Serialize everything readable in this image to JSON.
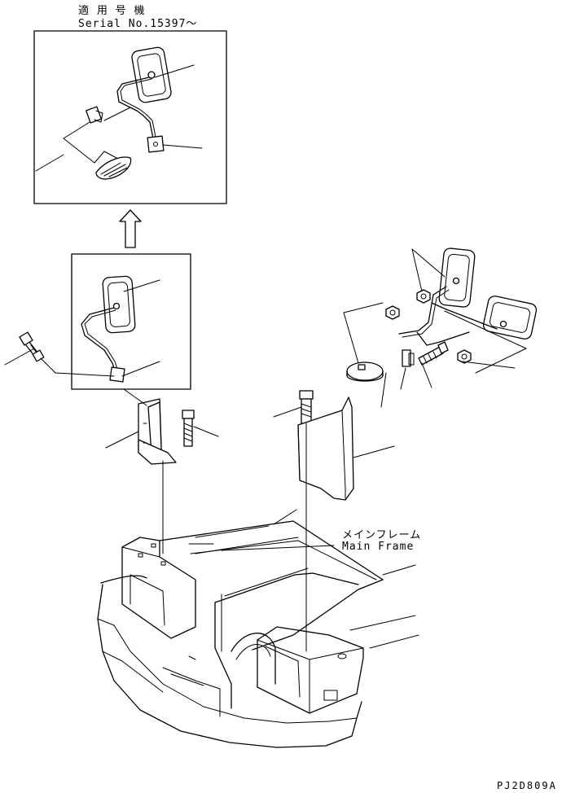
{
  "header": {
    "applicability_jp": "適 用 号 機",
    "serial": "Serial No.15397～"
  },
  "labels": {
    "main_frame_jp": "メインフレーム",
    "main_frame_en": "Main Frame"
  },
  "footer": {
    "drawing_code": "PJ2D809A"
  }
}
